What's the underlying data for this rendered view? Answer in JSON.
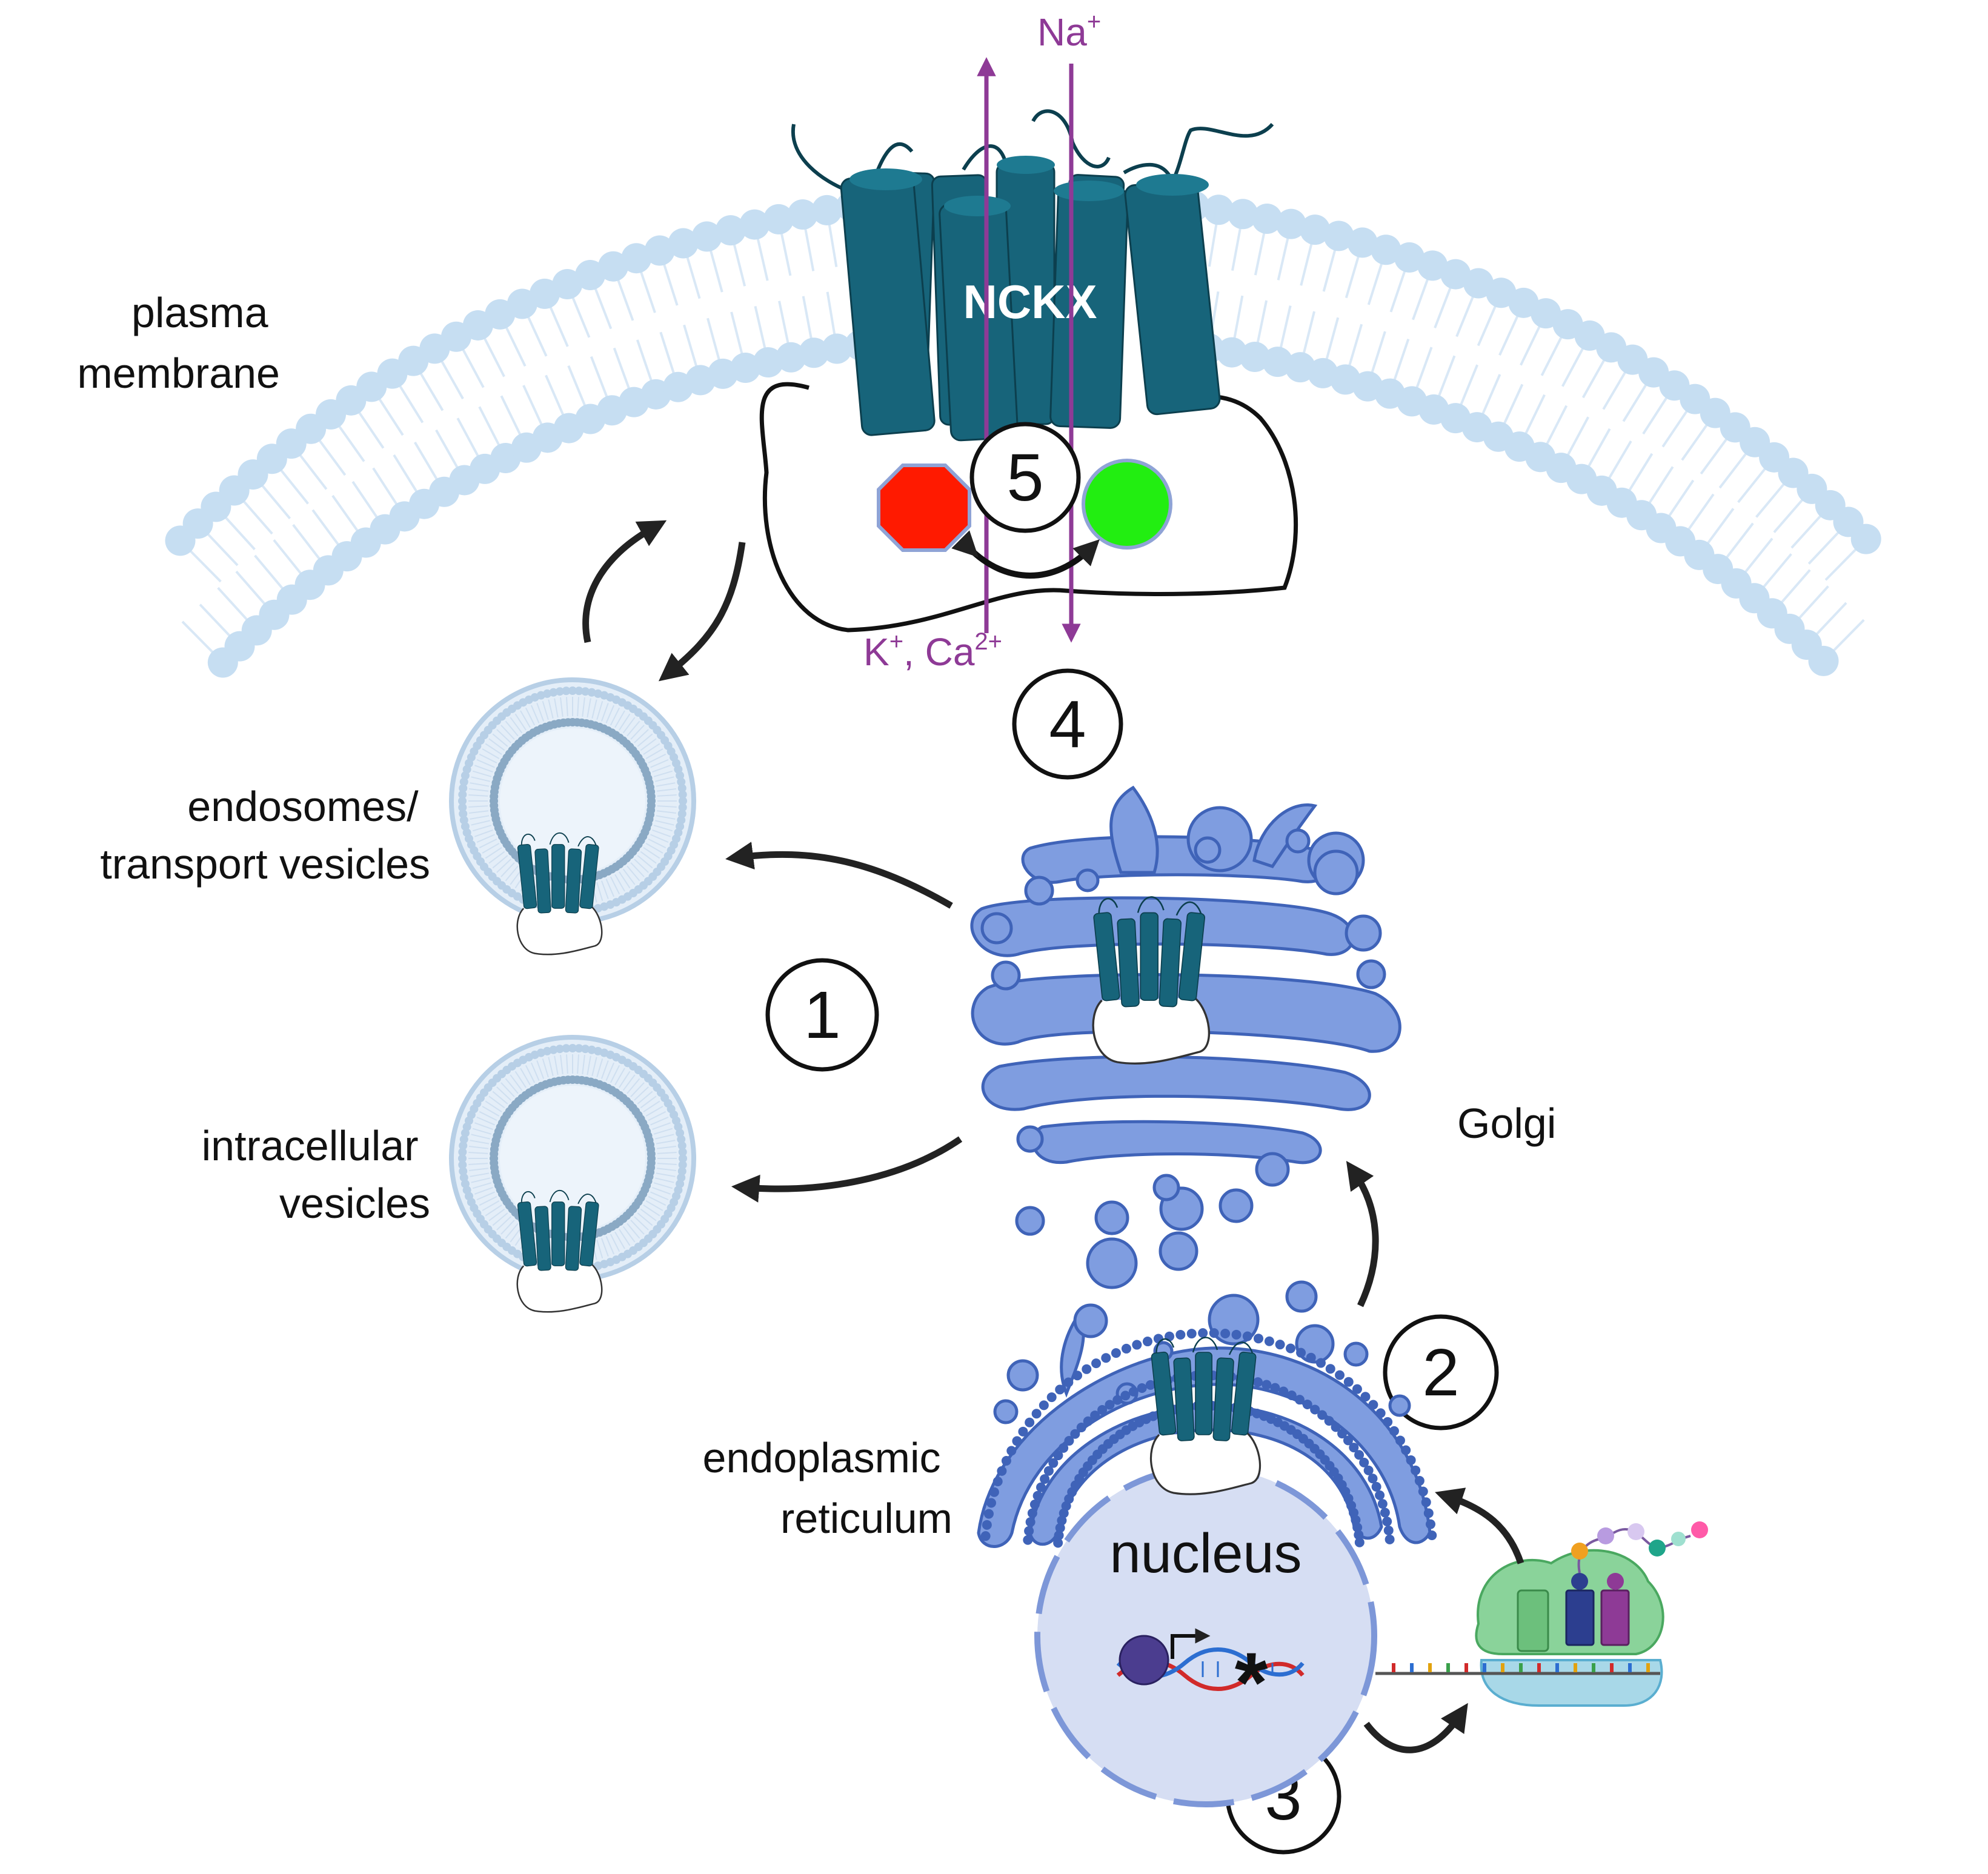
{
  "labels": {
    "plasma_membrane": [
      "plasma",
      "membrane"
    ],
    "endosomes": [
      "endosomes/",
      "transport vesicles"
    ],
    "intracellular": [
      "intracellular",
      "vesicles"
    ],
    "golgi": "Golgi",
    "er": [
      "endoplasmic",
      "reticulum"
    ],
    "nucleus": "nucleus",
    "protein": "NCKX"
  },
  "ions": {
    "na": "Na",
    "na_sup": "+",
    "k": "K",
    "k_sup": "+",
    "sep": ", ",
    "ca": "Ca",
    "ca_sup": "2+"
  },
  "steps": [
    "1",
    "2",
    "3",
    "4",
    "5"
  ],
  "mutation_mark": "*",
  "colors": {
    "membrane_head": "#c6def2",
    "membrane_tail": "#d9e8f6",
    "protein": "#17647a",
    "protein_dark": "#0c3f4e",
    "organelle": "#7f9de0",
    "organelle_edge": "#3f63b8",
    "ion_arrow": "#8e3a96",
    "nucleus_fill": "#d6def3",
    "nucleus_edge": "#7d97d8",
    "stop_red": "#ff1a00",
    "go_green": "#22ee11",
    "text": "#111111"
  },
  "icons": [
    "ion-arrow-up-icon",
    "ion-arrow-down-icon",
    "stop-octagon-icon",
    "green-circle-icon",
    "dna-icon",
    "ribosome-icon",
    "transport-arrow-icon"
  ]
}
